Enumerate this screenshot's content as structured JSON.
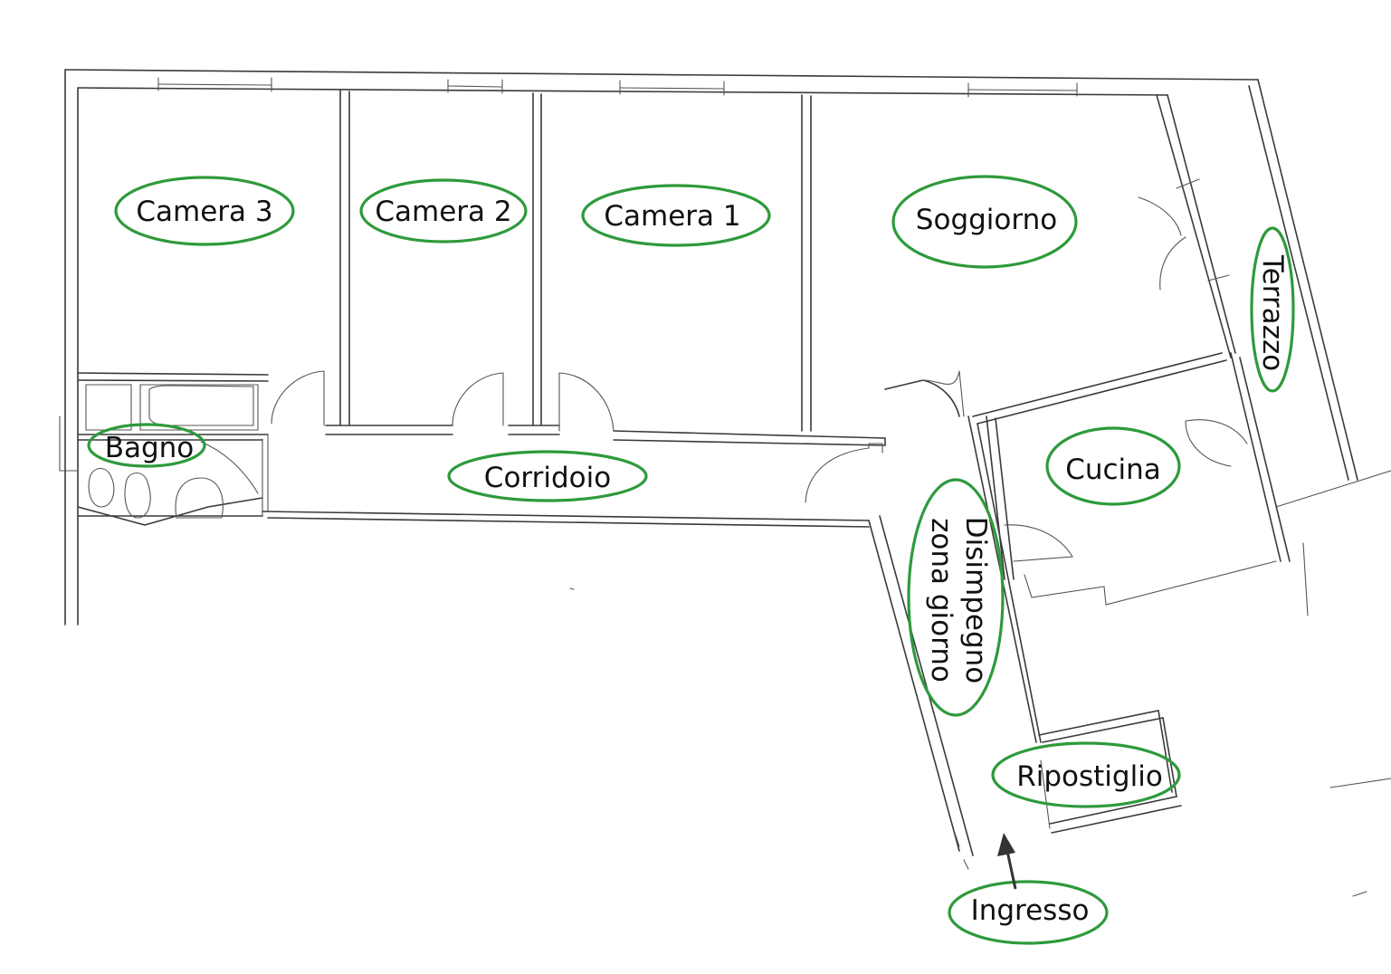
{
  "floor_plan": {
    "colors": {
      "wall": "#3a3a3a",
      "label_outline": "#2e9a3c",
      "text": "#111111"
    },
    "rooms": {
      "camera_3": "Camera 3",
      "camera_2": "Camera 2",
      "camera_1": "Camera 1",
      "soggiorno": "Soggiorno",
      "terrazzo": "Terrazzo",
      "bagno": "Bagno",
      "corridoio": "Corridoio",
      "cucina": "Cucina",
      "disimpegno_line1": "Disimpegno",
      "disimpegno_line2": "zona giorno",
      "ripostiglio": "Ripostiglio",
      "ingresso": "Ingresso"
    },
    "entrance_marker": "arrow-up-icon"
  }
}
